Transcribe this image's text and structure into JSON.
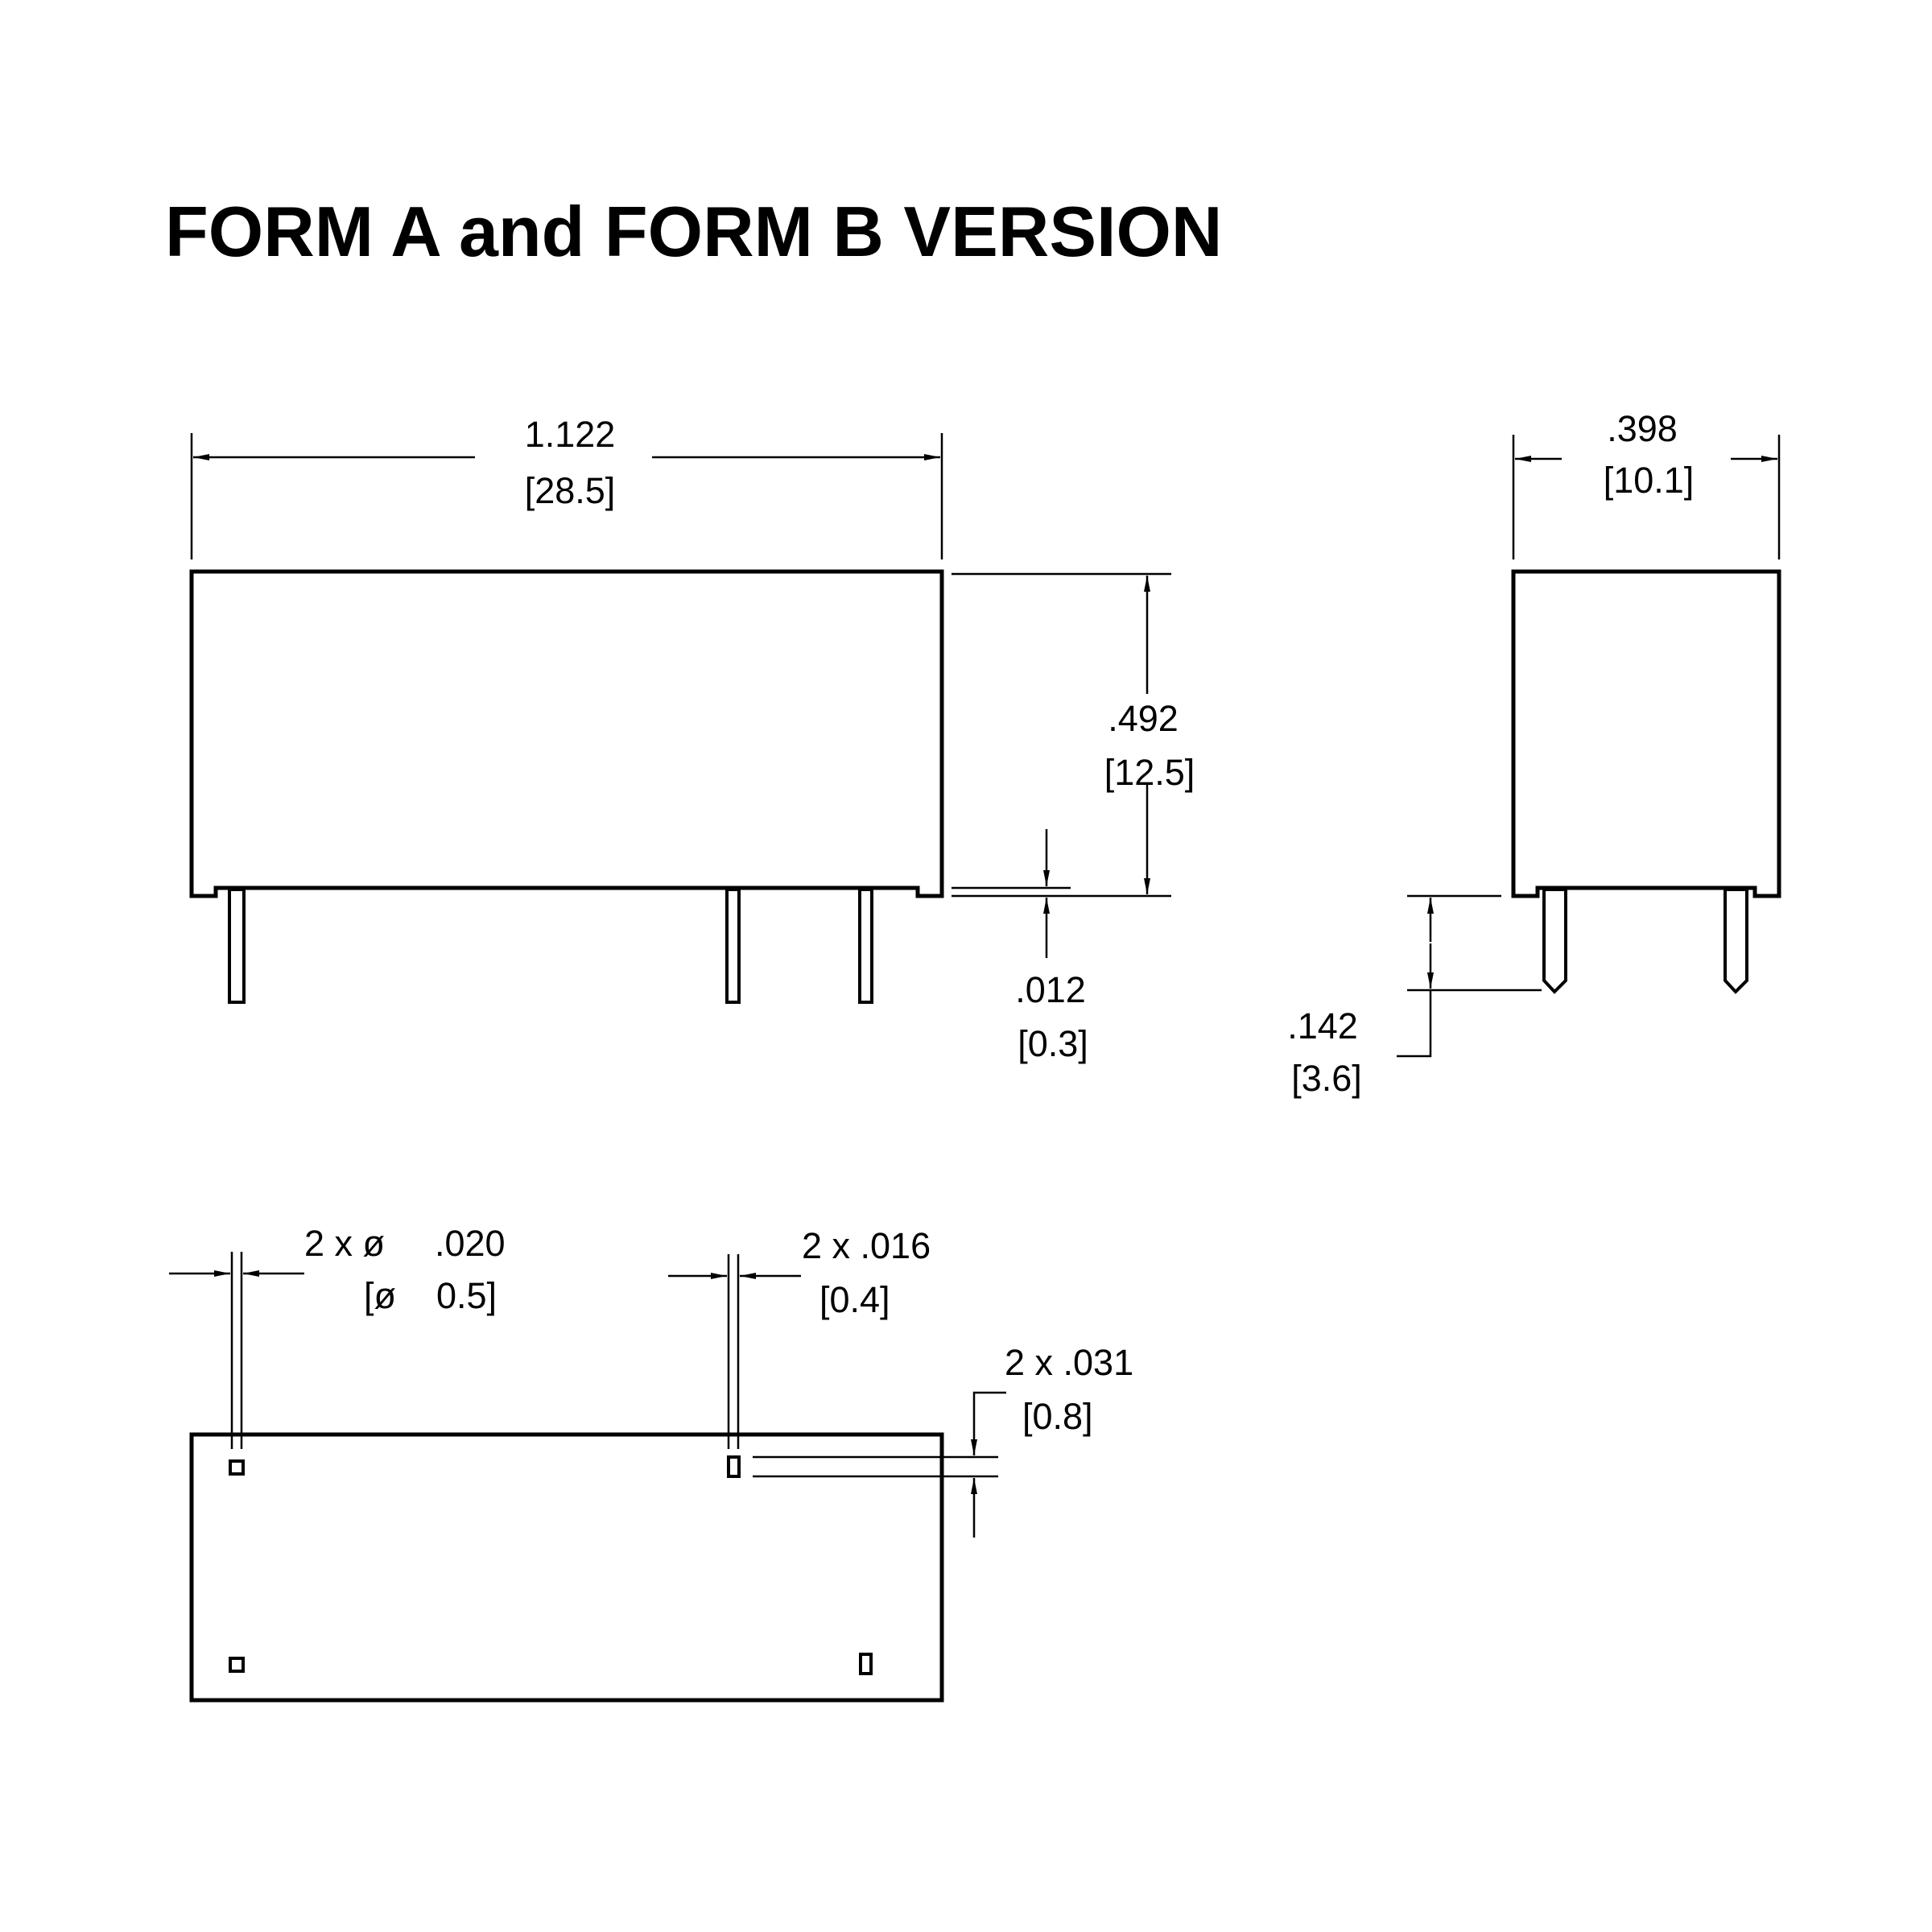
{
  "title": "FORM A and FORM B VERSION",
  "colors": {
    "line": "#000000",
    "background": "#ffffff"
  },
  "dimensions": {
    "length": {
      "inch": "1.122",
      "mm": "[28.5]"
    },
    "width": {
      "inch": ".398",
      "mm": "[10.1]"
    },
    "height": {
      "inch": ".492",
      "mm": "[12.5]"
    },
    "standoff": {
      "inch": ".012",
      "mm": "[0.3]"
    },
    "pin_length": {
      "inch": ".142",
      "mm": "[3.6]"
    },
    "pin_diameter": {
      "prefix": "2 x ø",
      "inch": ".020",
      "mm_prefix": "[ø",
      "mm": "0.5]"
    },
    "pin_width": {
      "inch": "2 x .016",
      "mm": "[0.4]"
    },
    "pin_thickness": {
      "inch": "2 x .031",
      "mm": "[0.8]"
    }
  }
}
